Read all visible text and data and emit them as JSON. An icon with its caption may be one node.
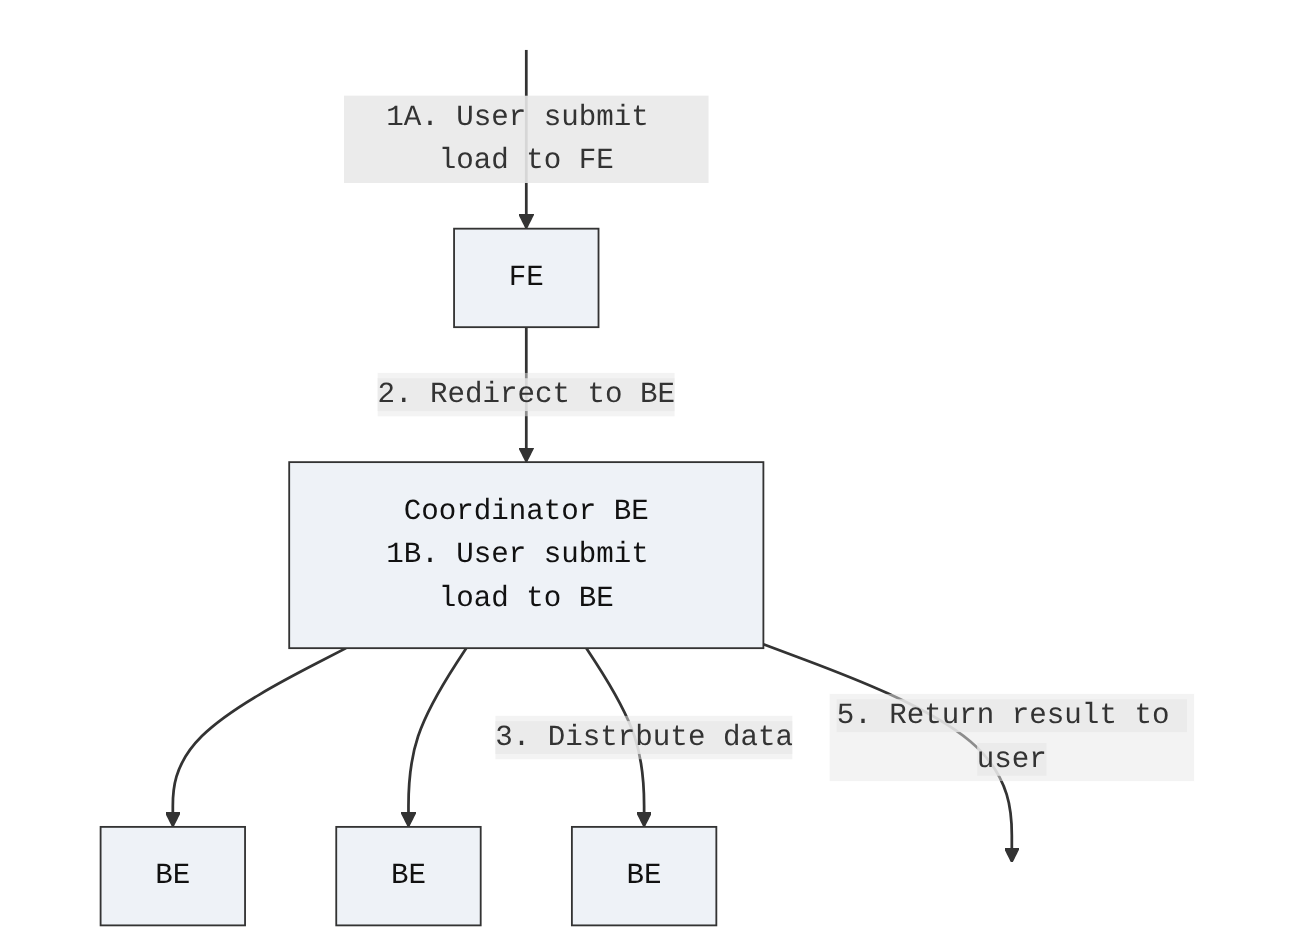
{
  "diagram": {
    "nodes": [
      {
        "text": [
          "FE"
        ]
      },
      {
        "text": [
          "Coordinator BE",
          "1B. User submit load to BE"
        ]
      },
      {
        "text": [
          "BE"
        ]
      },
      {
        "text": [
          "BE"
        ]
      },
      {
        "text": [
          "BE"
        ]
      }
    ],
    "edges": [
      {
        "from": null,
        "to": 0,
        "arrow": "to",
        "label": "1A. User submit load to FE"
      },
      {
        "from": 0,
        "to": 1,
        "arrow": "to",
        "label": "2. Redirect to BE"
      },
      {
        "from": 1,
        "to": 2,
        "arrow": "to"
      },
      {
        "from": 1,
        "to": 3,
        "arrow": "to"
      },
      {
        "from": 1,
        "to": 4,
        "arrow": "to",
        "label": "3. Distrbute data"
      },
      {
        "from": 1,
        "to": null,
        "arrow": "to",
        "label": "5. Return result to user"
      }
    ]
  }
}
